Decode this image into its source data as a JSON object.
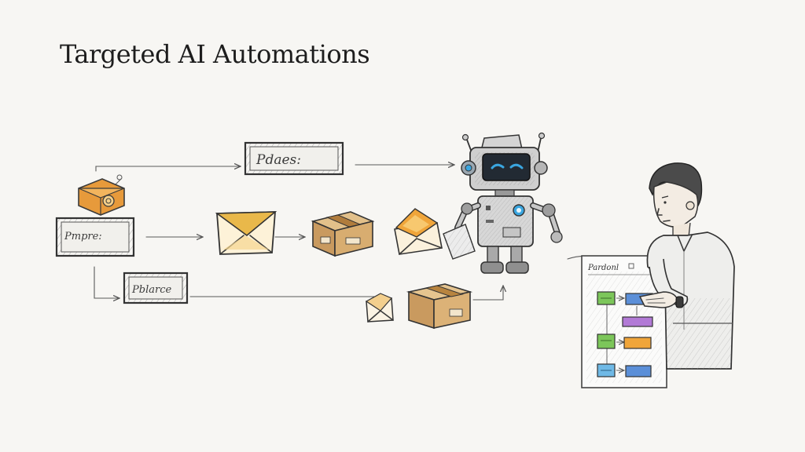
{
  "title": "Targeted AI Automations",
  "labels": {
    "top_box": "Pdaes:",
    "left_box": "Pmpre:",
    "bottom_box": "Pblarce",
    "panel_header": "Pardonl"
  },
  "colors": {
    "envelope_gold": "#e9b84a",
    "box_brown": "#c99a5f",
    "robot_screen": "#222a33",
    "robot_eyes": "#3aa6e0",
    "node_green": "#7cc65a",
    "node_blue": "#5b8fd8",
    "node_purple": "#b27ad6",
    "node_orange": "#f0a53a",
    "node_cyan": "#6fb9e6"
  },
  "icons": [
    "device-icon",
    "envelope-icon",
    "package-icon",
    "robot-icon",
    "person-icon"
  ]
}
